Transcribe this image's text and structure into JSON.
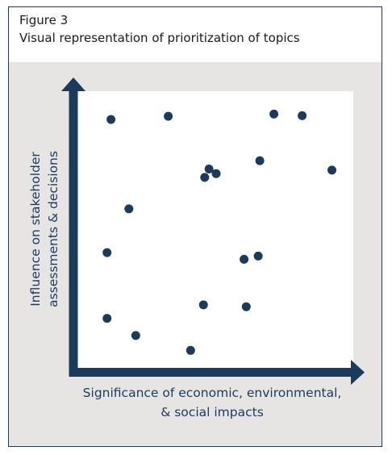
{
  "figure": {
    "label": "Figure 3",
    "title": "Visual representation of prioritization of topics"
  },
  "colors": {
    "accent": "#1b3a5c",
    "panel": "#e6e5e4",
    "plot": "#ffffff"
  },
  "chart_data": {
    "type": "scatter",
    "xlabel": [
      "Significance of economic, environmental,",
      "& social impacts"
    ],
    "ylabel": [
      "Influence on stakeholder",
      "assessments & decisions"
    ],
    "xlim": [
      0,
      100
    ],
    "ylim": [
      0,
      100
    ],
    "grid": false,
    "legend": "none",
    "points": [
      {
        "x": 10.8,
        "y": 91.0
      },
      {
        "x": 32.3,
        "y": 92.2
      },
      {
        "x": 72.0,
        "y": 93.0
      },
      {
        "x": 82.6,
        "y": 92.4
      },
      {
        "x": 66.7,
        "y": 75.7
      },
      {
        "x": 93.8,
        "y": 72.2
      },
      {
        "x": 47.6,
        "y": 72.6
      },
      {
        "x": 46.0,
        "y": 69.5
      },
      {
        "x": 50.3,
        "y": 70.9
      },
      {
        "x": 17.5,
        "y": 57.8
      },
      {
        "x": 9.3,
        "y": 41.6
      },
      {
        "x": 66.1,
        "y": 40.3
      },
      {
        "x": 60.8,
        "y": 39.1
      },
      {
        "x": 45.5,
        "y": 22.2
      },
      {
        "x": 61.6,
        "y": 21.5
      },
      {
        "x": 9.3,
        "y": 17.2
      },
      {
        "x": 20.1,
        "y": 10.8
      },
      {
        "x": 40.7,
        "y": 5.3
      }
    ]
  }
}
